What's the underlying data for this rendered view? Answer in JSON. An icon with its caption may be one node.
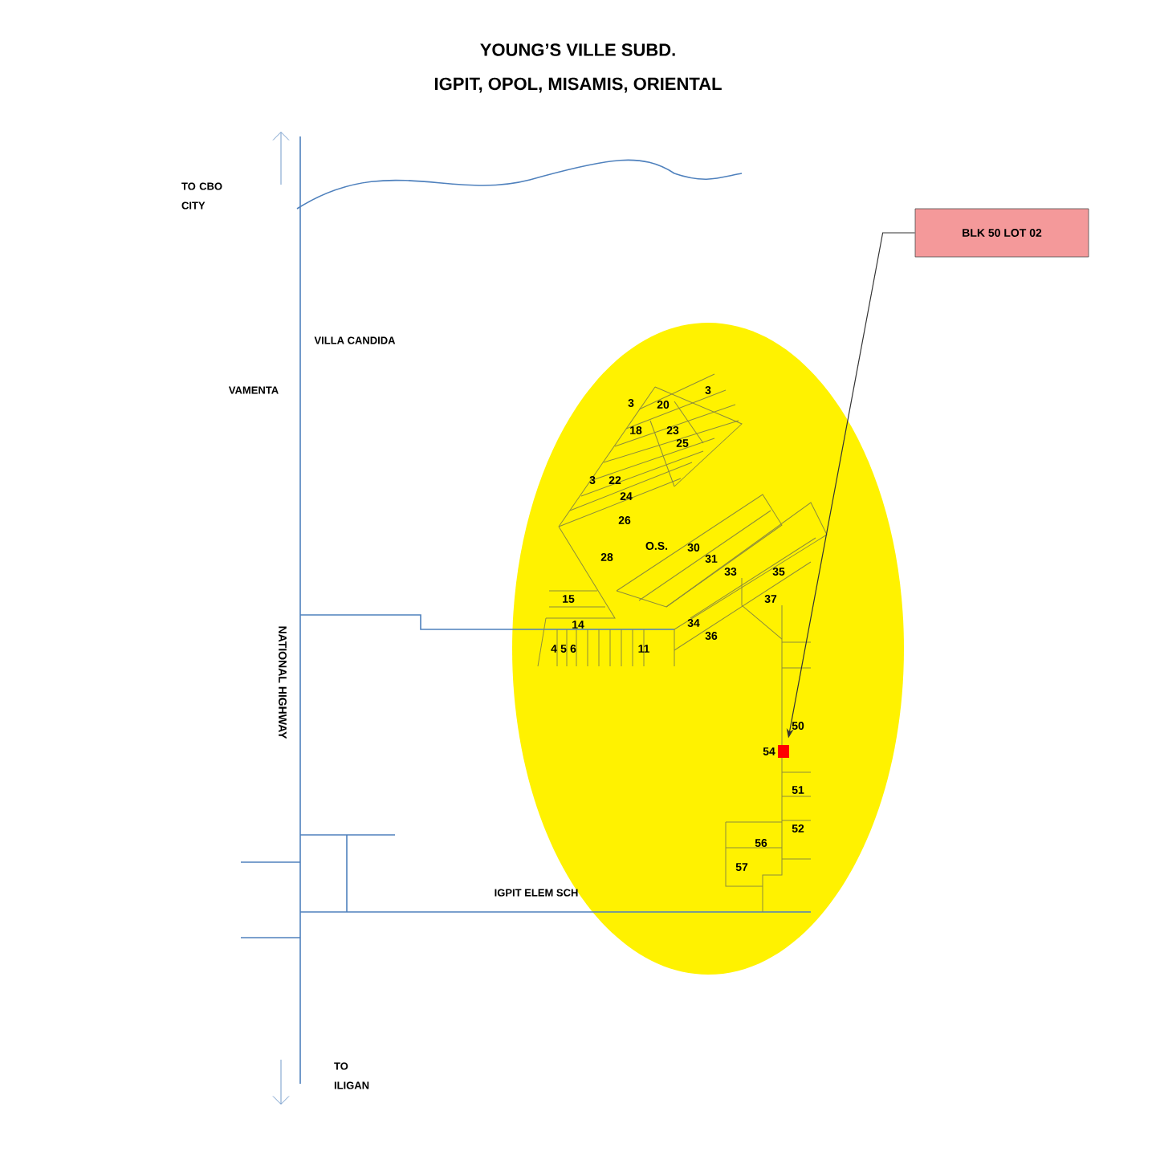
{
  "diagram": {
    "title": "YOUNG’S VILLE SUBD.",
    "nodes": [
      {
        "text": [
          "BLK 50 LOT 02"
        ]
      },
      {
        "text": [],
        "shape": "box"
      }
    ],
    "edges": [
      {
        "from": 0,
        "to": 1,
        "arrow": "to"
      }
    ],
    "labels": [
      "IGPIT, OPOL, MISAMIS, ORIENTAL",
      "TO CBO CITY",
      "VILLA CANDIDA",
      "VAMENTA",
      "3",
      "3",
      "20",
      "18",
      "23",
      "25",
      "3",
      "22",
      "24",
      "26",
      "28",
      "O.S.",
      "30",
      "31",
      "33",
      "35",
      "15",
      "37",
      "NATIONAL HIGHWAY",
      "14",
      "34",
      "36",
      "4",
      "5",
      "6",
      "11",
      "50",
      "54",
      "51",
      "52",
      "56",
      "57",
      "IGPIT ELEM SCH",
      "TO ILIGAN"
    ]
  }
}
